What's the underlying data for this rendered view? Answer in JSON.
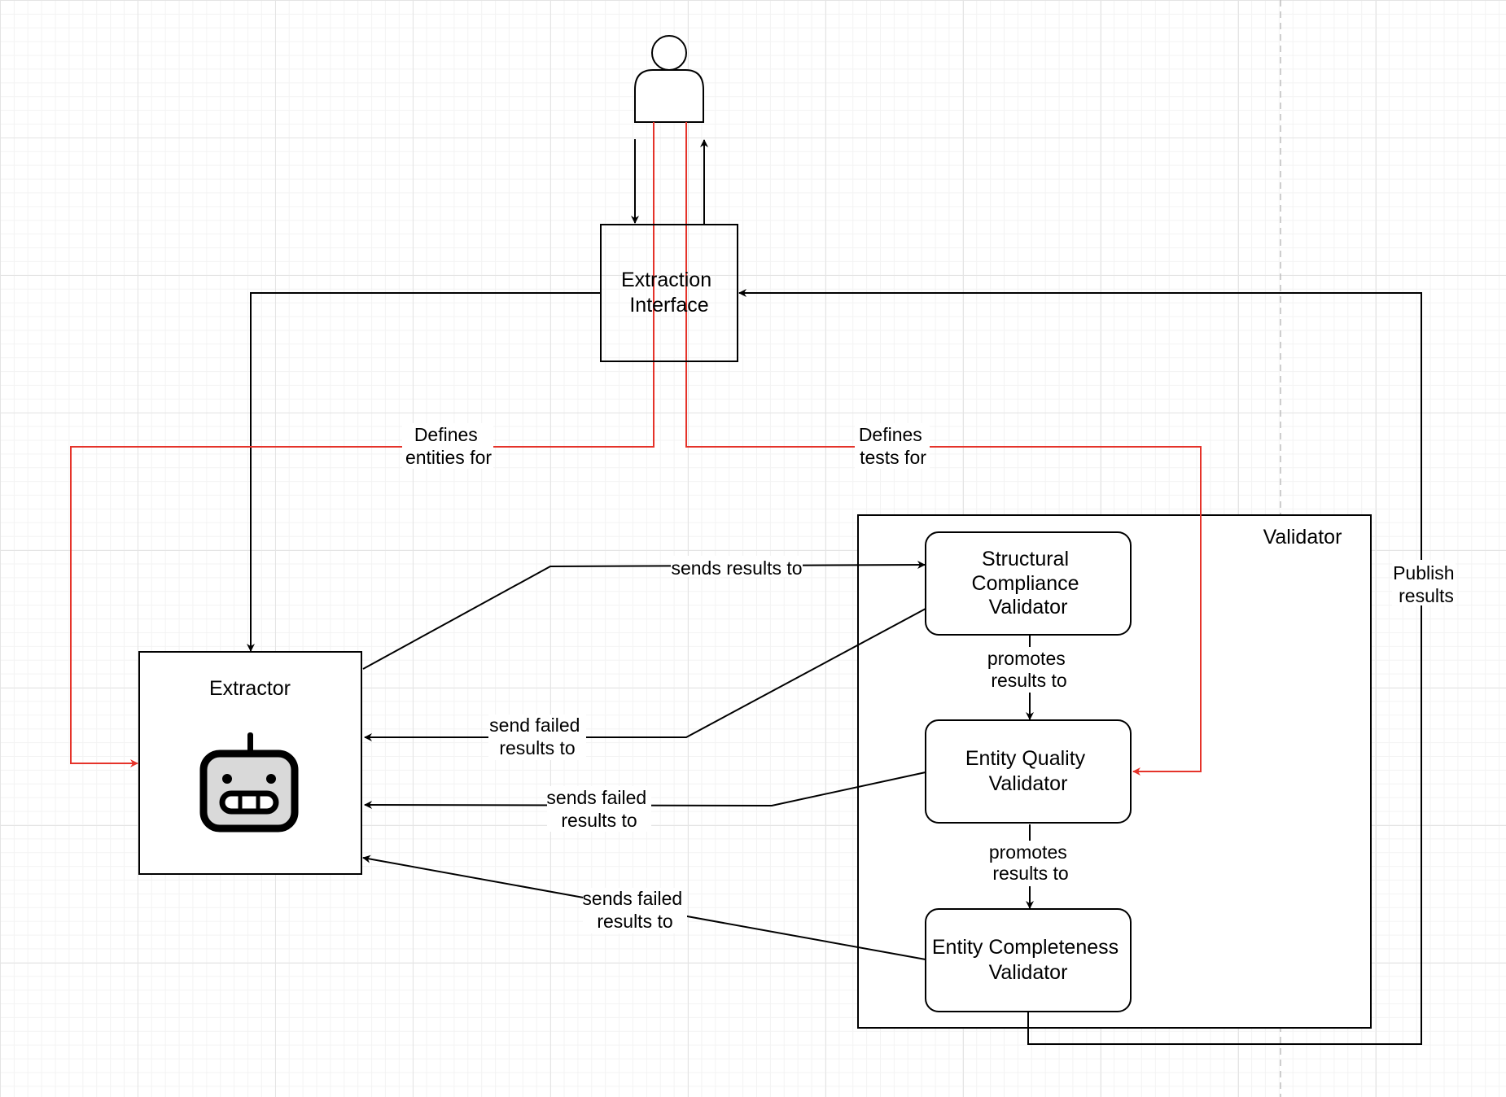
{
  "nodes": {
    "extraction_interface": [
      "Extraction",
      "Interface"
    ],
    "extractor": "Extractor",
    "validator_group": "Validator",
    "structural": [
      "Structural",
      "Compliance",
      "Validator"
    ],
    "quality": [
      "Entity Quality",
      "Validator"
    ],
    "completeness": [
      "Entity Completeness",
      "Validator"
    ]
  },
  "edges": {
    "defines_entities": [
      "Defines",
      "entities for"
    ],
    "defines_tests": [
      "Defines",
      "tests for"
    ],
    "sends_results": "sends results to",
    "send_failed_1": [
      "send failed",
      "results to"
    ],
    "sends_failed_2": [
      "sends failed",
      "results to"
    ],
    "sends_failed_3": [
      "sends failed",
      "results to"
    ],
    "promotes_1": [
      "promotes",
      "results to"
    ],
    "promotes_2": [
      "promotes",
      "results to"
    ],
    "publish": [
      "Publish",
      "results"
    ]
  },
  "icons": [
    "user-icon",
    "robot-icon"
  ],
  "colors": {
    "line": "#000000",
    "highlight": "#e5332a",
    "grid": "#e4e4e4"
  }
}
